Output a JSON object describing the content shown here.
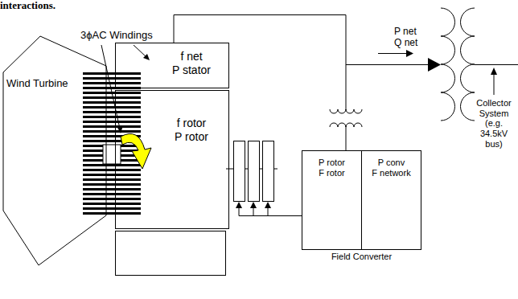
{
  "diagram": {
    "nodes": [
      {
        "text": [
          "Wind Turbine"
        ]
      },
      {
        "text": [
          "f net",
          "P stator"
        ]
      },
      {
        "text": [
          "f rotor",
          "P rotor"
        ]
      },
      {
        "text": [
          "Field Converter"
        ]
      },
      {
        "text": [
          "P rotor",
          "F rotor"
        ],
        "in": 3
      },
      {
        "text": [
          "P conv",
          "F network"
        ],
        "in": 3
      }
    ],
    "edges": [
      {
        "from": 1,
        "to": 3,
        "arrow": "none"
      }
    ],
    "labels": [
      "interactions.",
      "3ϕAC Windings",
      "P net",
      "Q net",
      "Collector System (e.g. 34.5kV bus)"
    ]
  }
}
